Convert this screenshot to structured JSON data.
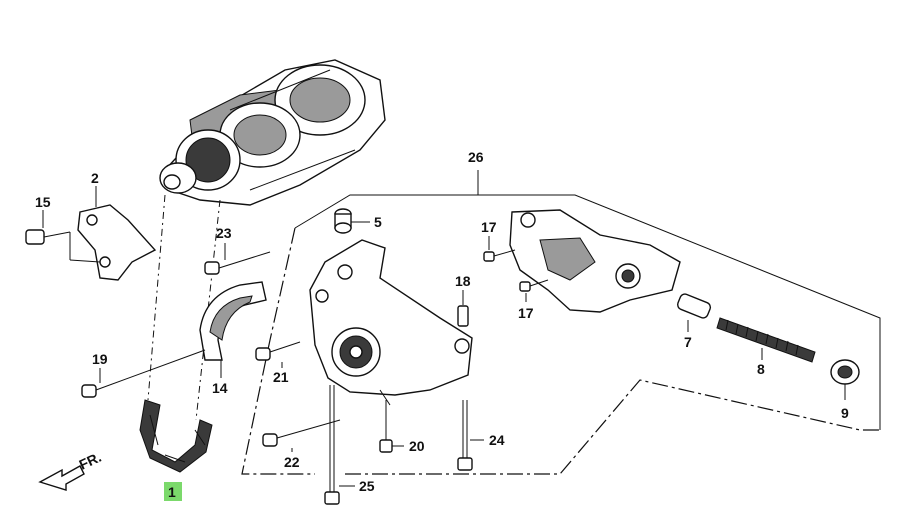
{
  "diagram": {
    "callouts": [
      {
        "id": "c1",
        "label": "1",
        "highlight": true
      },
      {
        "id": "c2",
        "label": "2"
      },
      {
        "id": "c5",
        "label": "5"
      },
      {
        "id": "c7",
        "label": "7"
      },
      {
        "id": "c8",
        "label": "8"
      },
      {
        "id": "c9",
        "label": "9"
      },
      {
        "id": "c14",
        "label": "14"
      },
      {
        "id": "c15",
        "label": "15"
      },
      {
        "id": "c17a",
        "label": "17"
      },
      {
        "id": "c17b",
        "label": "17"
      },
      {
        "id": "c18",
        "label": "18"
      },
      {
        "id": "c19",
        "label": "19"
      },
      {
        "id": "c20",
        "label": "20"
      },
      {
        "id": "c21",
        "label": "21"
      },
      {
        "id": "c22",
        "label": "22"
      },
      {
        "id": "c23",
        "label": "23"
      },
      {
        "id": "c24",
        "label": "24"
      },
      {
        "id": "c25",
        "label": "25"
      },
      {
        "id": "c26",
        "label": "26"
      }
    ],
    "direction_label": "FR.",
    "highlight_color": "#7bd96b"
  }
}
